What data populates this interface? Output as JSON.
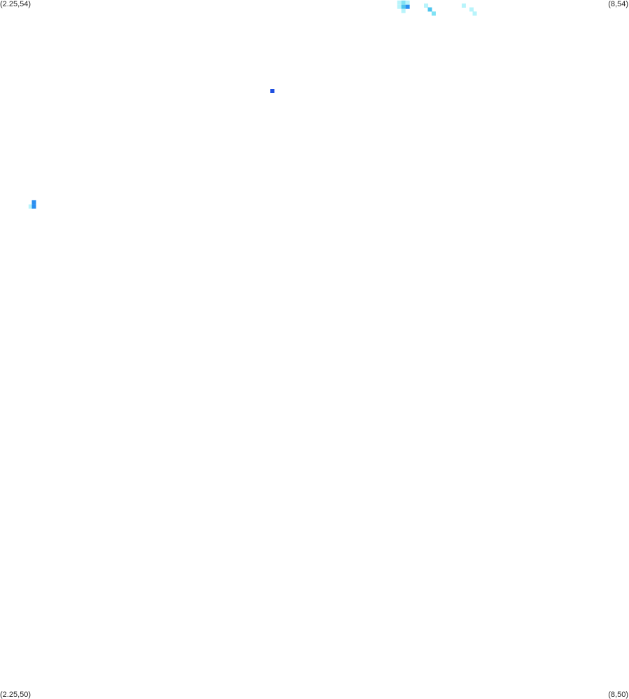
{
  "corners": {
    "top_left": "(2.25,54)",
    "top_right": "(8,54)",
    "bottom_left": "(2.25,50)",
    "bottom_right": "(8,50)"
  },
  "extent": {
    "lon_min": 2.25,
    "lon_max": 8,
    "lat_min": 50,
    "lat_max": 54
  },
  "cell_size_deg": {
    "lon": 0.0384,
    "lat": 0.024
  },
  "colors": {
    "background": "#ffffff",
    "light_cyan": "#b8f4fb",
    "cyan": "#7fe2f4",
    "sky_blue": "#4cc4ef",
    "blue": "#2a8ff0",
    "deep_blue": "#1f4fe0"
  },
  "cells": [
    {
      "lon": 5.9,
      "lat": 53.985,
      "color": "light_cyan"
    },
    {
      "lon": 5.938,
      "lat": 53.985,
      "color": "cyan"
    },
    {
      "lon": 5.976,
      "lat": 53.985,
      "color": "light_cyan"
    },
    {
      "lon": 5.9,
      "lat": 53.961,
      "color": "light_cyan"
    },
    {
      "lon": 5.938,
      "lat": 53.961,
      "color": "sky_blue"
    },
    {
      "lon": 5.976,
      "lat": 53.961,
      "color": "blue"
    },
    {
      "lon": 5.938,
      "lat": 53.937,
      "color": "light_cyan"
    },
    {
      "lon": 6.145,
      "lat": 53.968,
      "color": "light_cyan"
    },
    {
      "lon": 6.18,
      "lat": 53.946,
      "color": "sky_blue"
    },
    {
      "lon": 6.215,
      "lat": 53.922,
      "color": "cyan"
    },
    {
      "lon": 6.49,
      "lat": 53.968,
      "color": "light_cyan"
    },
    {
      "lon": 6.56,
      "lat": 53.946,
      "color": "light_cyan"
    },
    {
      "lon": 6.59,
      "lat": 53.922,
      "color": "light_cyan"
    },
    {
      "lon": 4.74,
      "lat": 53.478,
      "color": "deep_blue"
    },
    {
      "lon": 2.56,
      "lat": 52.84,
      "color": "blue"
    },
    {
      "lon": 2.53,
      "lat": 52.816,
      "color": "light_cyan"
    },
    {
      "lon": 2.56,
      "lat": 52.816,
      "color": "blue"
    }
  ]
}
